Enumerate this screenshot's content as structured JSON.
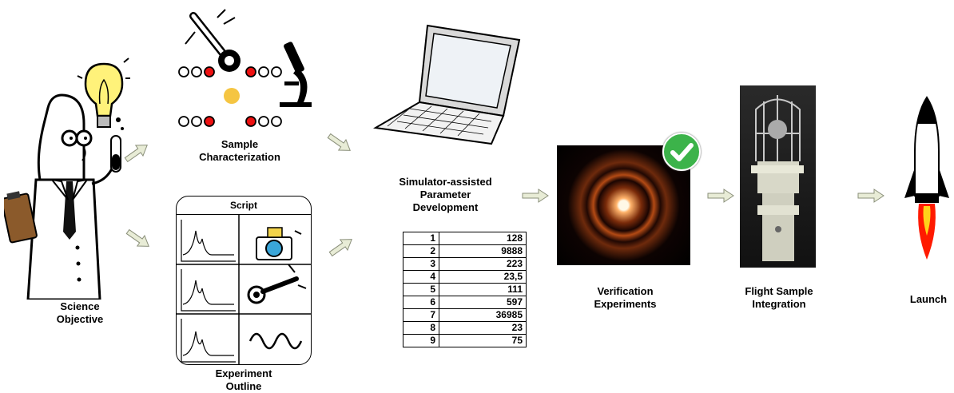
{
  "labels": {
    "science_objective": [
      "Science",
      "Objective"
    ],
    "sample_characterization": [
      "Sample",
      "Characterization"
    ],
    "experiment_outline": [
      "Experiment",
      "Outline"
    ],
    "script_title": "Script",
    "simulator": [
      "Simulator-assisted",
      "Parameter",
      "Development"
    ],
    "verification": [
      "Verification",
      "Experiments"
    ],
    "flight_sample": [
      "Flight Sample",
      "Integration"
    ],
    "launch": "Launch"
  },
  "table": [
    [
      "1",
      "128"
    ],
    [
      "2",
      "9888"
    ],
    [
      "3",
      "223"
    ],
    [
      "4",
      "23,5"
    ],
    [
      "5",
      "111"
    ],
    [
      "6",
      "597"
    ],
    [
      "7",
      "36985"
    ],
    [
      "8",
      "23"
    ],
    [
      "9",
      "75"
    ]
  ],
  "icons": [
    "scientist-icon",
    "lightbulb-icon",
    "thermometer-icon",
    "microscope-icon",
    "laptop-icon",
    "camera-icon",
    "checkmark-icon",
    "rocket-icon"
  ],
  "colors": {
    "arrow_fill": "#e8ecd6",
    "arrow_stroke": "#8a8f7a",
    "check_green": "#3cb34a",
    "flame_red": "#ff1a00",
    "flame_yellow": "#ffd21a"
  }
}
